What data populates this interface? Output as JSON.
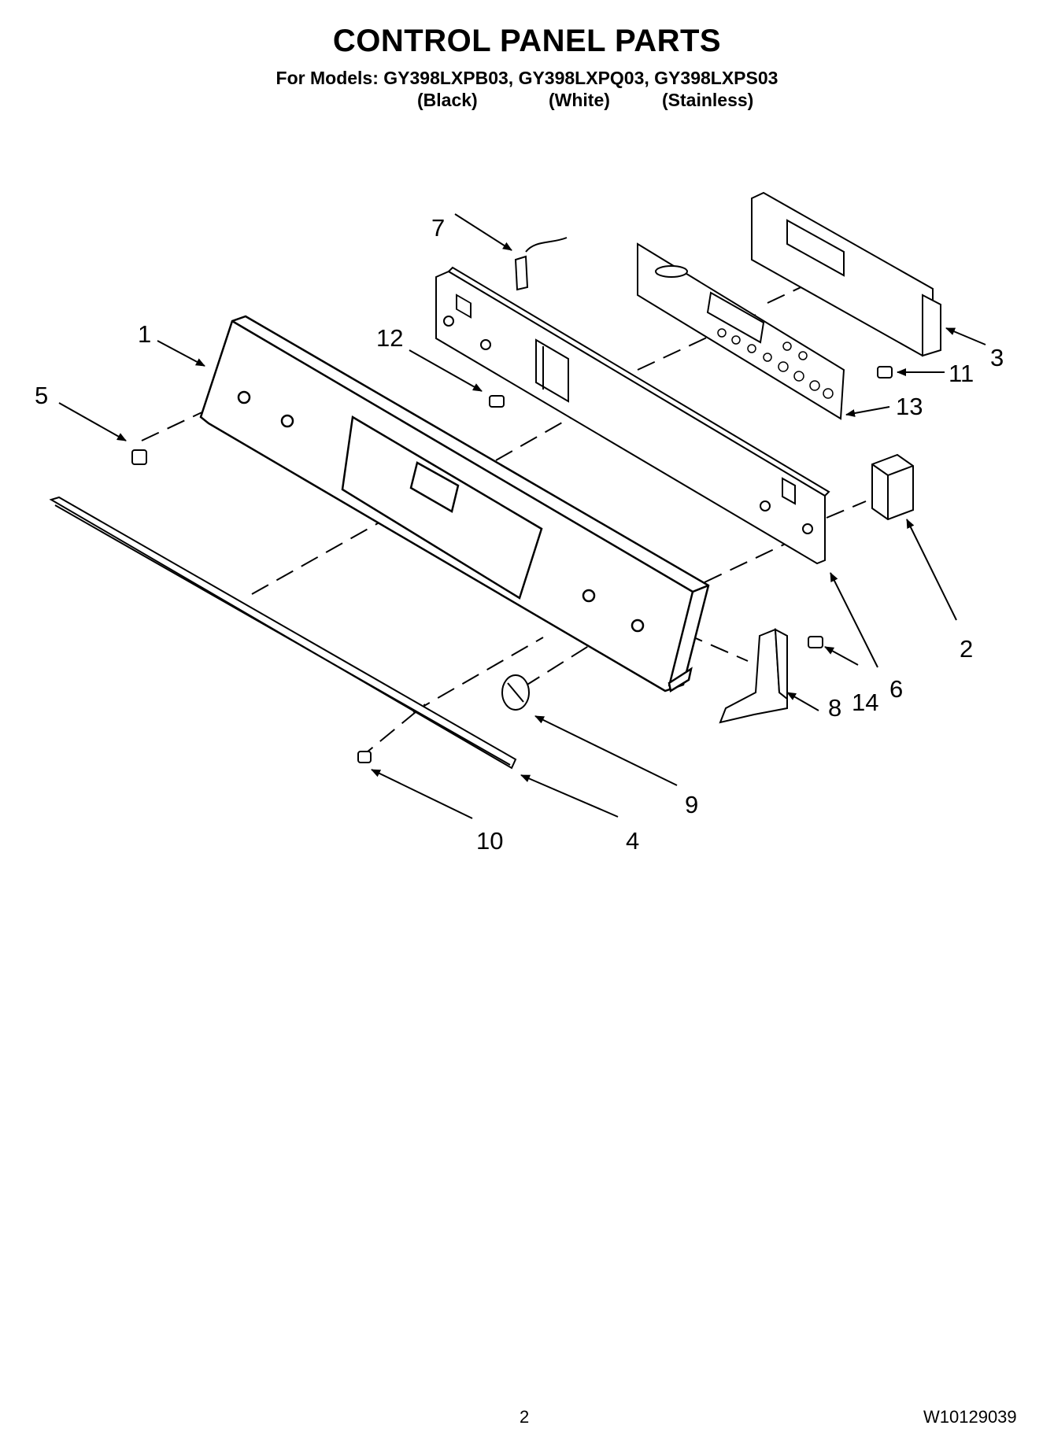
{
  "header": {
    "title": "CONTROL PANEL PARTS",
    "models_line": "For Models: GY398LXPB03, GY398LXPQ03, GY398LXPS03",
    "variants": [
      "(Black)",
      "(White)",
      "(Stainless)"
    ]
  },
  "callouts": [
    "1",
    "2",
    "3",
    "4",
    "5",
    "6",
    "7",
    "8",
    "9",
    "10",
    "11",
    "12",
    "13",
    "14"
  ],
  "footer": {
    "page_number": "2",
    "document_number": "W10129039"
  }
}
